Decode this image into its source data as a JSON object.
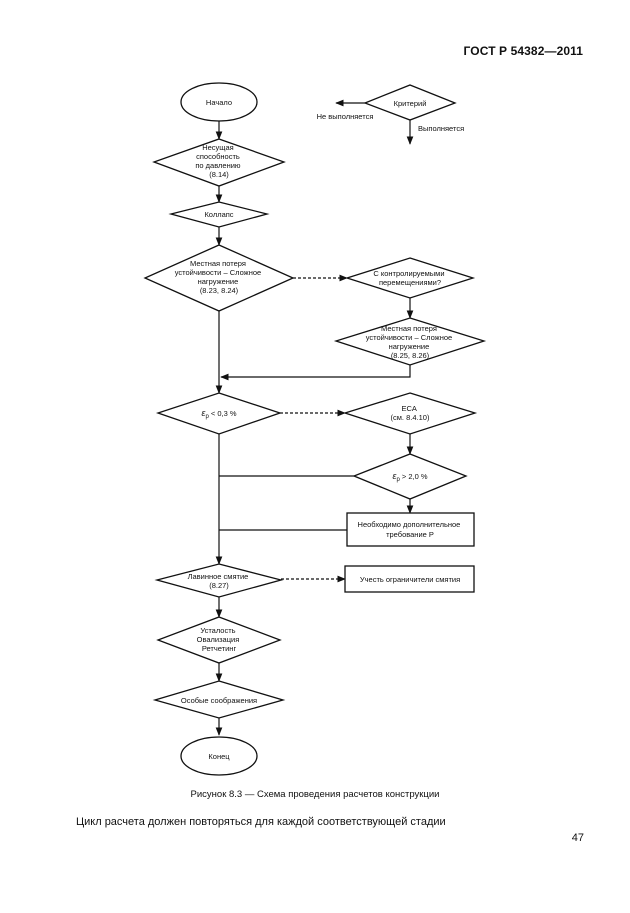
{
  "header": "ГОСТ Р 54382—2011",
  "flowchart": {
    "start": "Начало",
    "legend": {
      "criterion": "Критерий",
      "not_met": "Не выполняется",
      "met": "Выполняется"
    },
    "n1": [
      "Несущая",
      "способность",
      "по давлению",
      "(8.14)"
    ],
    "n2": [
      "Коллапс"
    ],
    "n3": [
      "Местная потеря",
      "устойчивости – Сложное",
      "нагружение",
      "(8.23, 8.24)"
    ],
    "n4": [
      "С контролируемыми",
      "перемещениями?"
    ],
    "n5": [
      "Местная потеря",
      "устойчивости – Сложное",
      "нагружение",
      "(8.25, 8.26)"
    ],
    "n6": {
      "sym": "ε",
      "sub": "p",
      "rest": " < 0,3 %"
    },
    "n7": [
      "ECA",
      "(см. 8.4.10)"
    ],
    "n8": {
      "sym": "ε",
      "sub": "p",
      "rest": " > 2,0 %"
    },
    "n9": [
      "Необходимо дополнительное",
      "требование P"
    ],
    "n10": [
      "Лавинное смятие",
      "(8.27)"
    ],
    "n11": [
      "Учесть ограничители смятия"
    ],
    "n12": [
      "Усталость",
      "Овализация",
      "Ретчетинг"
    ],
    "n13": [
      "Особые соображения"
    ],
    "end": "Конец"
  },
  "caption": "Рисунок 8.3 — Схема проведения расчетов конструкции",
  "note": "Цикл расчета должен повторяться для каждой соответствующей стадии",
  "page_number": "47"
}
